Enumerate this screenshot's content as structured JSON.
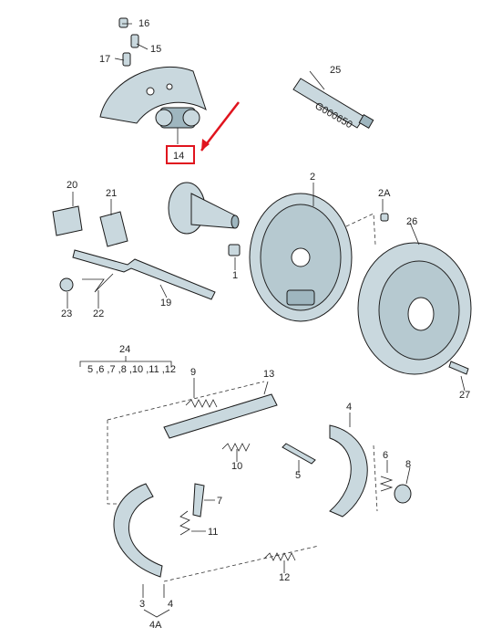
{
  "labels": {
    "p1": "1",
    "p2": "2",
    "p2a": "2A",
    "p3": "3",
    "p4": "4",
    "p4a": "4A",
    "p5a": "5",
    "p5b": "5",
    "p6": "6",
    "p7": "7",
    "p8": "8",
    "p9": "9",
    "p10": "10",
    "p11": "11",
    "p12": "12",
    "p13": "13",
    "p14": "14",
    "p15": "15",
    "p16": "16",
    "p17": "17",
    "p19": "19",
    "p20": "20",
    "p21": "21",
    "p22": "22",
    "p23": "23",
    "p24": "24",
    "p25": "25",
    "p26": "26",
    "p27": "27",
    "group24": "5 ,6 ,7 ,8 ,10 ,11 ,12",
    "tube_text": "G000650"
  },
  "highlight": {
    "part": "14",
    "color": "#e0141e"
  },
  "colors": {
    "part_fill": "#c9d8de",
    "outline": "#1a1a1a"
  }
}
